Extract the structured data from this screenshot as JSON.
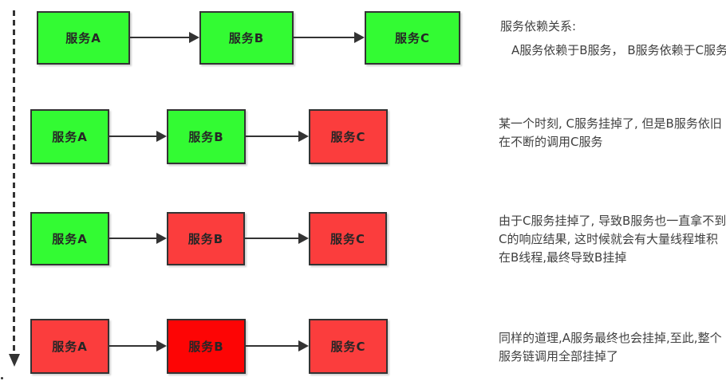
{
  "diagram": {
    "title_semantic": "service-avalanche-cascade-diagram",
    "colors": {
      "green": "#33fb33",
      "red": "#fb3d3d",
      "bright_red": "#fd0505",
      "border": "#333333",
      "line": "#333333",
      "box_text": "#262626",
      "note_text": "#404040"
    },
    "rows": [
      {
        "boxes": [
          {
            "label": "服务A",
            "state": "green"
          },
          {
            "label": "服务B",
            "state": "green"
          },
          {
            "label": "服务C",
            "state": "green"
          }
        ]
      },
      {
        "boxes": [
          {
            "label": "服务A",
            "state": "green"
          },
          {
            "label": "服务B",
            "state": "green"
          },
          {
            "label": "服务C",
            "state": "red"
          }
        ]
      },
      {
        "boxes": [
          {
            "label": "服务A",
            "state": "green"
          },
          {
            "label": "服务B",
            "state": "red"
          },
          {
            "label": "服务C",
            "state": "red"
          }
        ]
      },
      {
        "boxes": [
          {
            "label": "服务A",
            "state": "red"
          },
          {
            "label": "服务B",
            "state": "bright_red"
          },
          {
            "label": "服务C",
            "state": "red"
          }
        ]
      }
    ]
  },
  "notes": [
    {
      "heading": "服务依赖关系:",
      "body": "A服务依赖于B服务， B服务依赖于C服务"
    },
    {
      "body": "某一个时刻, C服务挂掉了, 但是B服务依旧在不断的调用C服务"
    },
    {
      "body": "由于C服务挂掉了, 导致B服务也一直拿不到C的响应结果, 这时候就会有大量线程堆积在B线程,最终导致B挂掉"
    },
    {
      "body": "同样的道理,A服务最终也会挂掉,至此,整个服务链调用全部挂掉了"
    }
  ]
}
